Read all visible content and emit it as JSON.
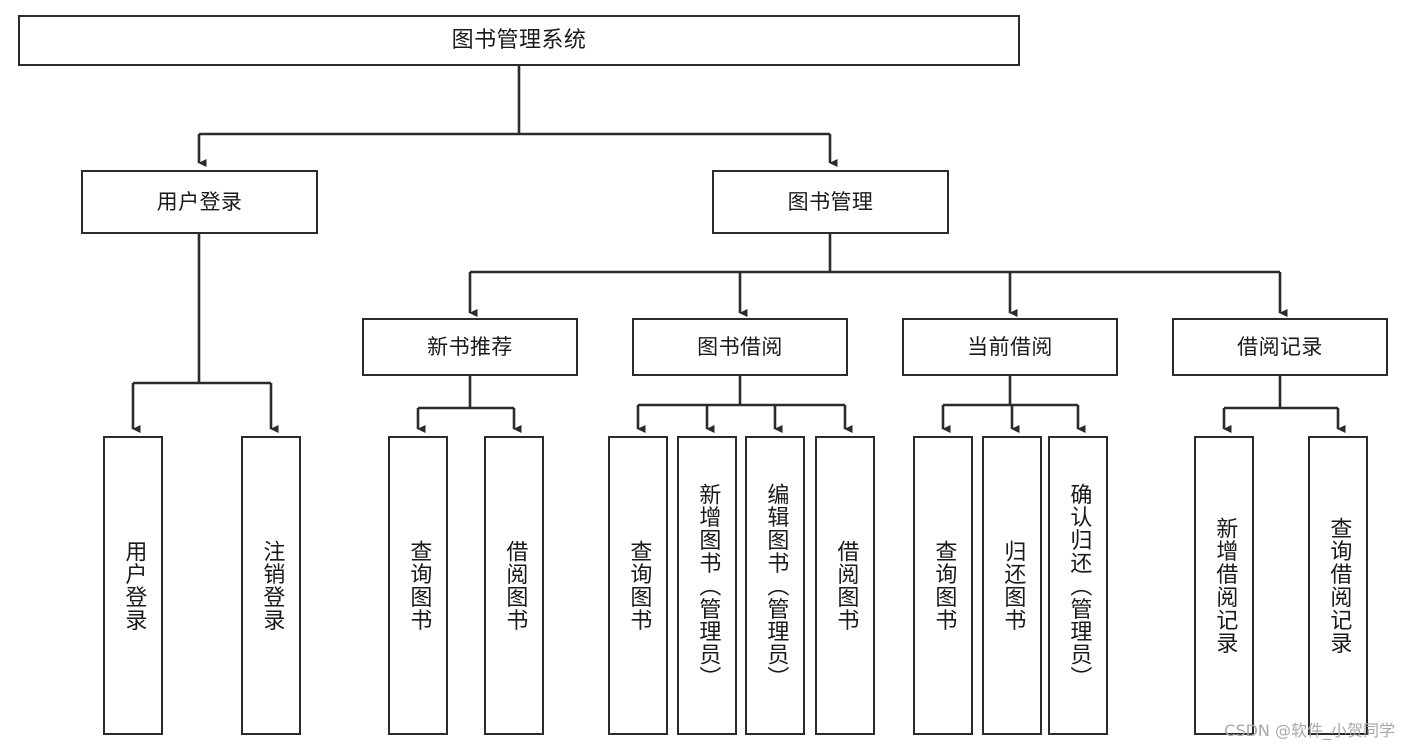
{
  "diagram": {
    "title": "图书管理系统",
    "type": "tree-hierarchy",
    "root": {
      "id": "root",
      "label": "图书管理系统"
    },
    "level2": [
      {
        "id": "user-login",
        "label": "用户登录"
      },
      {
        "id": "book-manage",
        "label": "图书管理"
      }
    ],
    "level3": [
      {
        "id": "new-book-recommend",
        "label": "新书推荐",
        "parent": "book-manage"
      },
      {
        "id": "book-borrow",
        "label": "图书借阅",
        "parent": "book-manage"
      },
      {
        "id": "current-borrow",
        "label": "当前借阅",
        "parent": "book-manage"
      },
      {
        "id": "borrow-record",
        "label": "借阅记录",
        "parent": "book-manage"
      }
    ],
    "leaves": [
      {
        "id": "leaf-user-login",
        "label": "用户登录",
        "parent": "user-login"
      },
      {
        "id": "leaf-user-logout",
        "label": "注销登录",
        "parent": "user-login"
      },
      {
        "id": "leaf-query-book-1",
        "label": "查询图书",
        "parent": "new-book-recommend"
      },
      {
        "id": "leaf-borrow-book-1",
        "label": "借阅图书",
        "parent": "new-book-recommend"
      },
      {
        "id": "leaf-query-book-2",
        "label": "查询图书",
        "parent": "book-borrow"
      },
      {
        "id": "leaf-add-book",
        "label": "新增图书（管理员）",
        "parent": "book-borrow"
      },
      {
        "id": "leaf-edit-book",
        "label": "编辑图书（管理员）",
        "parent": "book-borrow"
      },
      {
        "id": "leaf-borrow-book-2",
        "label": "借阅图书",
        "parent": "book-borrow"
      },
      {
        "id": "leaf-query-book-3",
        "label": "查询图书",
        "parent": "current-borrow"
      },
      {
        "id": "leaf-return-book",
        "label": "归还图书",
        "parent": "current-borrow"
      },
      {
        "id": "leaf-confirm-return",
        "label": "确认归还（管理员）",
        "parent": "current-borrow"
      },
      {
        "id": "leaf-add-record",
        "label": "新增借阅记录",
        "parent": "borrow-record"
      },
      {
        "id": "leaf-query-record",
        "label": "查询借阅记录",
        "parent": "borrow-record"
      }
    ]
  },
  "watermark": {
    "text": "CSDN @软件_小贺同学"
  },
  "colors": {
    "stroke": "#2b2b2b",
    "background": "#ffffff",
    "text": "#1a1a1a",
    "watermark": "#a8a8a8"
  }
}
